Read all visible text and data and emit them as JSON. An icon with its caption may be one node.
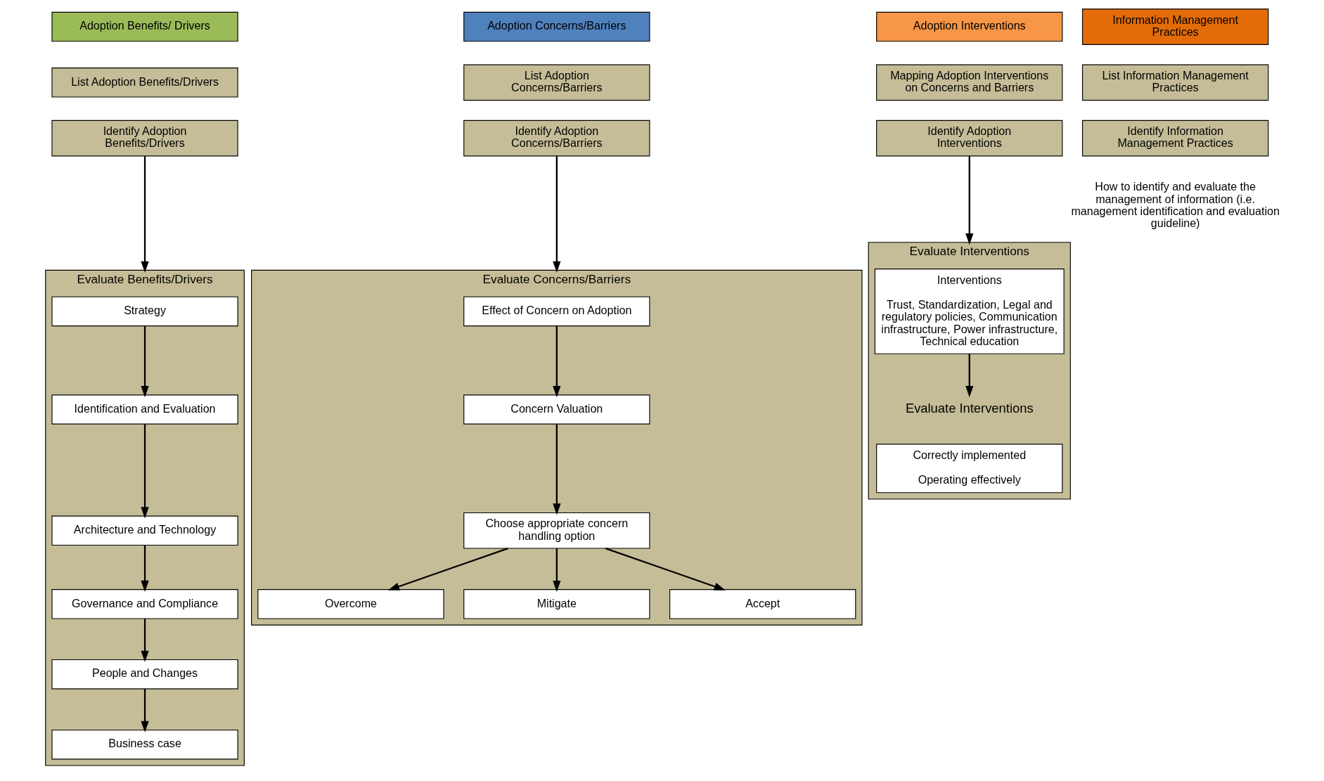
{
  "diagram": {
    "nodes": [
      {
        "text": [
          "Adoption Benefits/ Drivers"
        ]
      },
      {
        "text": [
          "Adoption Concerns/Barriers"
        ]
      },
      {
        "text": [
          "Adoption Interventions"
        ]
      },
      {
        "text": [
          "Information Management Practices"
        ]
      },
      {
        "text": [
          "List Adoption Benefits/Drivers"
        ]
      },
      {
        "text": [
          "List Adoption Concerns/Barriers"
        ]
      },
      {
        "text": [
          "Mapping Adoption Interventions on Concerns and Barriers"
        ]
      },
      {
        "text": [
          "List Information Management Practices"
        ]
      },
      {
        "text": [
          "Identify Adoption Benefits/Drivers"
        ]
      },
      {
        "text": [
          "Evaluate Benefits/Drivers"
        ]
      },
      {
        "text": [
          "Strategy"
        ],
        "in": 9
      },
      {
        "text": [
          "Identification and Evaluation"
        ],
        "in": 9
      },
      {
        "text": [
          "Architecture and Technology"
        ],
        "in": 9
      },
      {
        "text": [
          "Governance and Compliance"
        ],
        "in": 9
      },
      {
        "text": [
          "People and Changes"
        ],
        "in": 9
      },
      {
        "text": [
          "Business case"
        ],
        "in": 9
      },
      {
        "text": [
          "Identify Adoption Concerns/Barriers"
        ]
      },
      {
        "text": [
          "Evaluate Concerns/Barriers"
        ]
      },
      {
        "text": [
          "Effect of Concern on Adoption"
        ],
        "in": 17
      },
      {
        "text": [
          "Concern Valuation"
        ],
        "in": 17
      },
      {
        "text": [
          "Choose appropriate concern handling option"
        ],
        "in": 17
      },
      {
        "text": [
          "Overcome"
        ],
        "in": 17
      },
      {
        "text": [
          "Mitigate"
        ],
        "in": 17
      },
      {
        "text": [
          "Accept"
        ],
        "in": 17
      },
      {
        "text": [
          "Identify Adoption Interventions"
        ]
      },
      {
        "text": [
          "Evaluate Interventions"
        ]
      },
      {
        "text": [
          "Interventions",
          "Trust, Standardization, Legal and regulatory policies, Communication infrastructure, Power infrastructure, Technical education"
        ],
        "in": 25
      },
      {
        "text": [
          "Evaluate Interventions"
        ],
        "in": 25
      },
      {
        "text": [
          "Correctly implemented",
          "Operating effectively"
        ],
        "in": 25
      },
      {
        "text": [
          "Identify Information Management Practices"
        ]
      }
    ],
    "edges": [
      {
        "from": 8,
        "to": 9,
        "arrow": "to"
      },
      {
        "from": 10,
        "to": 11,
        "arrow": "to"
      },
      {
        "from": 11,
        "to": 12,
        "arrow": "to"
      },
      {
        "from": 12,
        "to": 13,
        "arrow": "to"
      },
      {
        "from": 13,
        "to": 14,
        "arrow": "to"
      },
      {
        "from": 14,
        "to": 15,
        "arrow": "to"
      },
      {
        "from": 16,
        "to": 17,
        "arrow": "to"
      },
      {
        "from": 18,
        "to": 19,
        "arrow": "to"
      },
      {
        "from": 19,
        "to": 20,
        "arrow": "to"
      },
      {
        "from": 20,
        "to": 21,
        "arrow": "to"
      },
      {
        "from": 20,
        "to": 22,
        "arrow": "to"
      },
      {
        "from": 20,
        "to": 23,
        "arrow": "to"
      },
      {
        "from": 24,
        "to": 25,
        "arrow": "to"
      },
      {
        "from": 26,
        "to": 27,
        "arrow": "to"
      }
    ],
    "labels": [
      "How to identify and evaluate the management of information (i.e. management identification and evaluation guideline)"
    ]
  }
}
